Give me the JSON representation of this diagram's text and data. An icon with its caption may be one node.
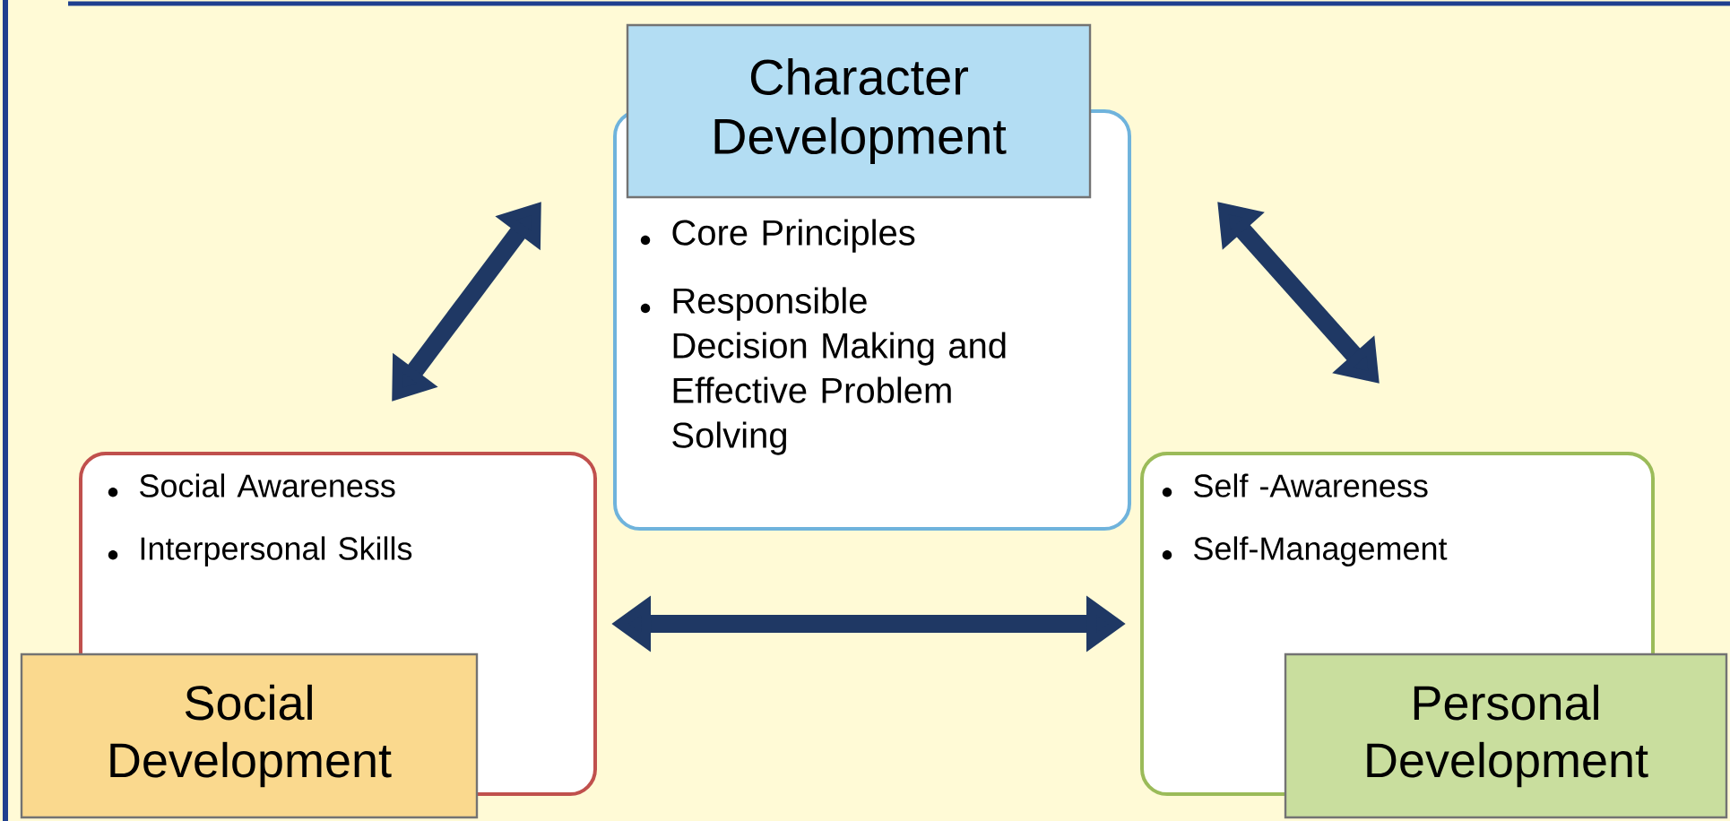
{
  "diagram": {
    "nodes": [
      {
        "text": [
          "Character Development",
          "Core Principles",
          "Responsible Decision Making and Effective Problem Solving"
        ]
      },
      {
        "text": [
          "Social Awareness",
          "Interpersonal Skills",
          "Social Development"
        ]
      },
      {
        "text": [
          "Self -Awareness",
          "Self-Management",
          "Personal Development"
        ]
      }
    ],
    "edges": [
      {
        "from": 1,
        "to": 0,
        "arrow": "both"
      },
      {
        "from": 0,
        "to": 2,
        "arrow": "both"
      },
      {
        "from": 1,
        "to": 2,
        "arrow": "both"
      }
    ]
  }
}
